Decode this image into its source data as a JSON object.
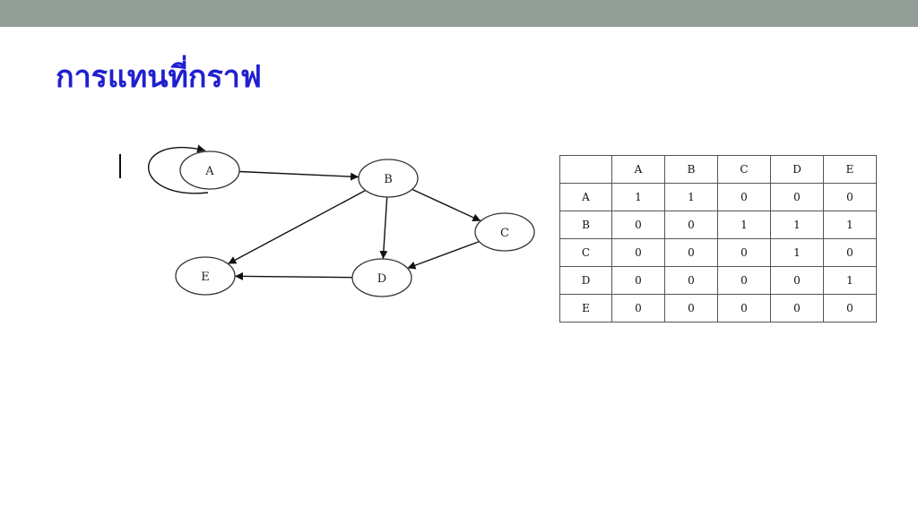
{
  "title": "การแทนที่กราฟ",
  "colors": {
    "top_bar": "#929e97",
    "title": "#2020d0"
  },
  "graph": {
    "nodes": [
      {
        "id": "A",
        "label": "A"
      },
      {
        "id": "B",
        "label": "B"
      },
      {
        "id": "C",
        "label": "C"
      },
      {
        "id": "D",
        "label": "D"
      },
      {
        "id": "E",
        "label": "E"
      }
    ],
    "edges": [
      {
        "from": "A",
        "to": "A"
      },
      {
        "from": "A",
        "to": "B"
      },
      {
        "from": "B",
        "to": "C"
      },
      {
        "from": "B",
        "to": "D"
      },
      {
        "from": "B",
        "to": "E"
      },
      {
        "from": "C",
        "to": "D"
      },
      {
        "from": "D",
        "to": "E"
      }
    ]
  },
  "matrix": {
    "headers": [
      "",
      "A",
      "B",
      "C",
      "D",
      "E"
    ],
    "rows": [
      {
        "label": "A",
        "values": [
          "1",
          "1",
          "0",
          "0",
          "0"
        ]
      },
      {
        "label": "B",
        "values": [
          "0",
          "0",
          "1",
          "1",
          "1"
        ]
      },
      {
        "label": "C",
        "values": [
          "0",
          "0",
          "0",
          "1",
          "0"
        ]
      },
      {
        "label": "D",
        "values": [
          "0",
          "0",
          "0",
          "0",
          "1"
        ]
      },
      {
        "label": "E",
        "values": [
          "0",
          "0",
          "0",
          "0",
          "0"
        ]
      }
    ]
  }
}
